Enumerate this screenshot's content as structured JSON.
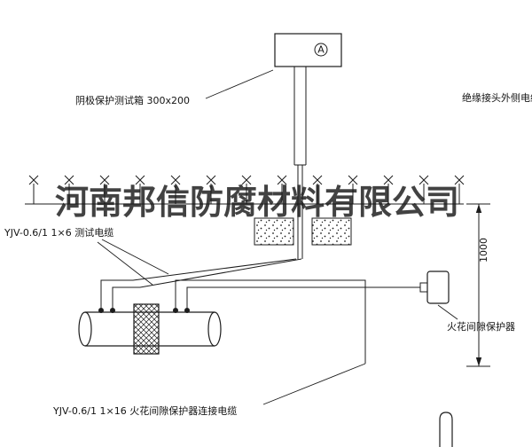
{
  "drawing": {
    "watermark": "河南邦信防腐材料有限公司",
    "labels": {
      "test_box": "阴极保护测试箱 300x200",
      "insulated_joint_cable": "绝缘接头外侧电缆",
      "test_cable": "YJV-0.6/1 1×6  测试电缆",
      "spark_gap_protector": "火花间隙保护器",
      "spark_gap_cable": "YJV-0.6/1 1×16  火花间隙保护器连接电缆",
      "ammeter": "A",
      "dim_height": "1000"
    },
    "colors": {
      "line": "#1c1c1c",
      "background": "#ffffff",
      "watermark": "#2b2b2b"
    }
  }
}
